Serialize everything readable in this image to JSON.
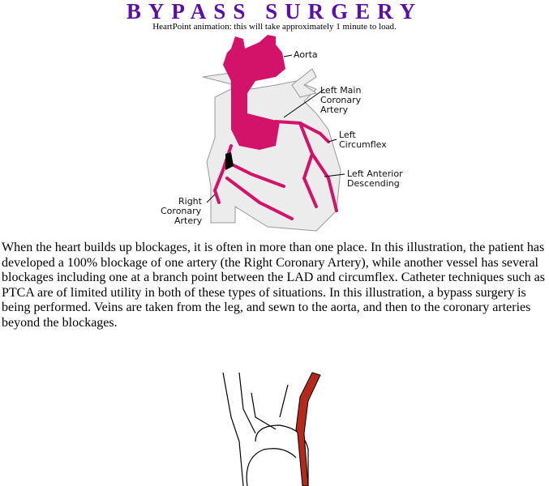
{
  "header": {
    "title": "BYPASS SURGERY",
    "subtitle": "HeartPoint animation: this will take approximately 1 minute to load."
  },
  "figure1": {
    "labels": {
      "aorta": "Aorta",
      "lm1": "Left Main",
      "lm2": "Coronary",
      "lm3": "Artery",
      "lc1": "Left",
      "lc2": "Circumflex",
      "lad1": "Left Anterior",
      "lad2": "Descending",
      "rca1": "Right",
      "rca2": "Coronary",
      "rca3": "Artery"
    }
  },
  "body": {
    "paragraph": "When the heart builds up blockages, it is often in more than one place. In this illustration, the patient has developed a 100% blockage of one artery (the Right Coronary  Artery), while another vessel has several blockages including one at a branch point between the LAD and circumflex. Catheter techniques such as PTCA are of limited utility in both of these types of situations. In this illustration, a bypass surgery is being performed. Veins are taken from the leg, and sewn to the aorta, and then to the coronary arteries beyond the blockages."
  },
  "colors": {
    "title": "#5b0fa6",
    "artery": "#d3126a",
    "graft": "#b5281c"
  }
}
